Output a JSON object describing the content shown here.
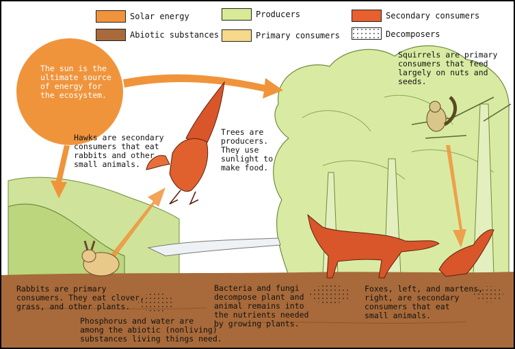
{
  "legend": {
    "solar": {
      "label": "Solar energy",
      "color": "#f0943c"
    },
    "producers": {
      "label": "Producers",
      "color": "#d8ea95"
    },
    "secondary": {
      "label": "Secondary consumers",
      "color": "#e8602e"
    },
    "abiotic": {
      "label": "Abiotic substances",
      "color": "#a86a3a"
    },
    "primary": {
      "label": "Primary consumers",
      "color": "#f6d88a"
    },
    "decomposers": {
      "label": "Decomposers",
      "pattern": "dotted"
    }
  },
  "captions": {
    "sun": "The sun is the\nultimate source\nof energy for\nthe ecosystem.",
    "squirrels": "Squirrels are primary\nconsumers that feed\nlargely on nuts and\nseeds.",
    "hawks": "Hawks are secondary\nconsumers that eat\nrabbits and other\nsmall animals.",
    "trees": "Trees are\nproducers.\nThey use\nsunlight to\nmake food.",
    "rabbits": "Rabbits are primary\nconsumers. They eat clover,\ngrass, and other plants.",
    "phosphorus": "Phosphorus and water are\namong the abiotic (nonliving)\nsubstances living things need.",
    "bacteria": "Bacteria and fungi\ndecompose plant and\nanimal remains into\nthe nutrients needed\nby growing plants.",
    "foxes": "Foxes, left, and martens,\nright, are secondary\nconsumers that eat\nsmall animals."
  }
}
